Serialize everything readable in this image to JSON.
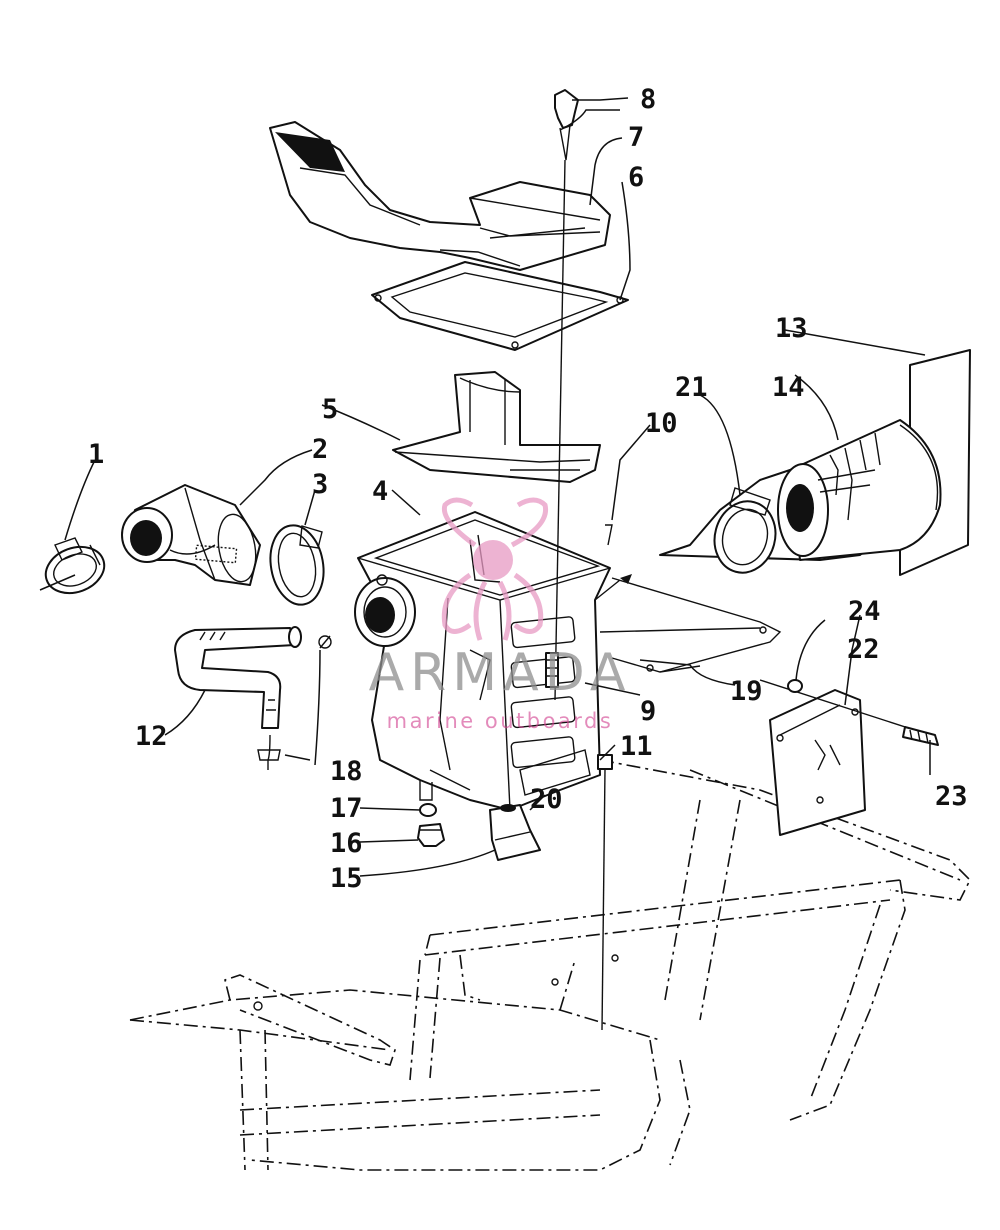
{
  "watermark": {
    "brand": "ARMADA",
    "tagline": "marine outboards",
    "accent_color": "#e89ac4"
  },
  "callouts": [
    "1",
    "2",
    "3",
    "4",
    "5",
    "6",
    "7",
    "8",
    "9",
    "10",
    "11",
    "12",
    "13",
    "14",
    "15",
    "16",
    "17",
    "18",
    "19",
    "20",
    "21",
    "22",
    "23",
    "24"
  ]
}
